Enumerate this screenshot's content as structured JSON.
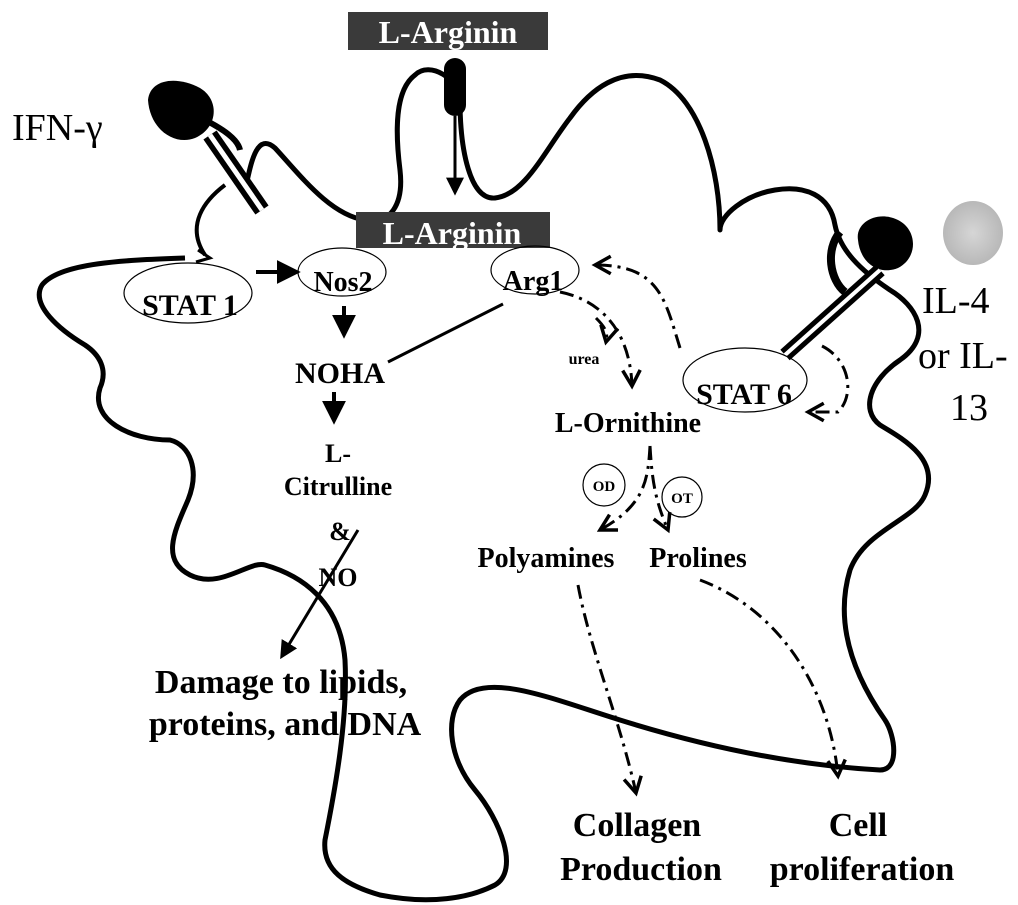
{
  "labels": {
    "arginine_outside": "L-Arginin",
    "arginine_inside": "L-Arginin",
    "ifn": "IFN-γ",
    "il4_line1": "IL-4",
    "il4_line2": "or IL-",
    "il4_line3": "13",
    "stat1": "STAT 1",
    "nos2": "Nos2",
    "arg1": "Arg1",
    "stat6": "STAT 6",
    "noha": "NOHA",
    "urea": "urea",
    "ornithine": "L-Ornithine",
    "citrulline_line1": "L-",
    "citrulline_line2": "Citrulline",
    "amp": "&",
    "no": "NO",
    "od": "OD",
    "ot": "OT",
    "polyamines": "Polyamines",
    "prolines": "Prolines",
    "damage_line1": "Damage to lipids,",
    "damage_line2": "proteins, and DNA",
    "collagen_line1": "Collagen",
    "collagen_line2": "Production",
    "cell_line1": "Cell",
    "cell_line2": "proliferation"
  }
}
